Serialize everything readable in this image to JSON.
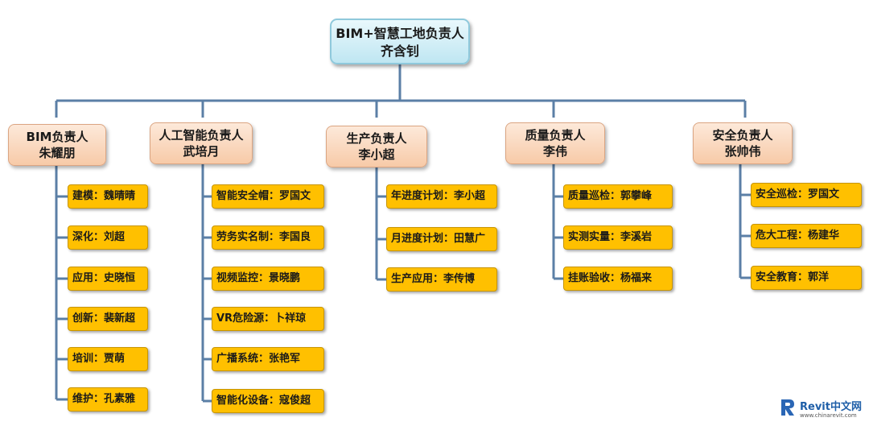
{
  "top": {
    "line1": "BIM+智慧工地负责人",
    "line2": "齐含钊"
  },
  "departments": [
    {
      "role": "BIM负责人",
      "person": "朱耀朋",
      "items": [
        "建模：魏晴晴",
        "深化：刘超",
        "应用：史晓恒",
        "创新：裴新超",
        "培训：贾萌",
        "维护：孔素雅"
      ]
    },
    {
      "role": "人工智能负责人",
      "person": "武培月",
      "items": [
        "智能安全帽：罗国文",
        "劳务实名制：李国良",
        "视频监控：景晓鹏",
        "VR危险源：卜祥琼",
        "广播系统：张艳军",
        "智能化设备：寇俊超"
      ]
    },
    {
      "role": "生产负责人",
      "person": "李小超",
      "items": [
        "年进度计划：李小超",
        "月进度计划：田慧广",
        "生产应用：李传博"
      ]
    },
    {
      "role": "质量负责人",
      "person": "李伟",
      "items": [
        "质量巡检：郭攀峰",
        "实测实量：李溪岩",
        "挂账验收：杨福来"
      ]
    },
    {
      "role": "安全负责人",
      "person": "张帅伟",
      "items": [
        "安全巡检：罗国文",
        "危大工程：杨建华",
        "安全教育：郭洋"
      ]
    }
  ],
  "watermark": {
    "brand": "Revit中文网",
    "url": "www.chinarevit.com"
  },
  "colors": {
    "line": "#5b7fa6",
    "item_fill": "#ffc000",
    "head_fill": "#f9d5bb",
    "top_fill": "#d3eff8"
  }
}
